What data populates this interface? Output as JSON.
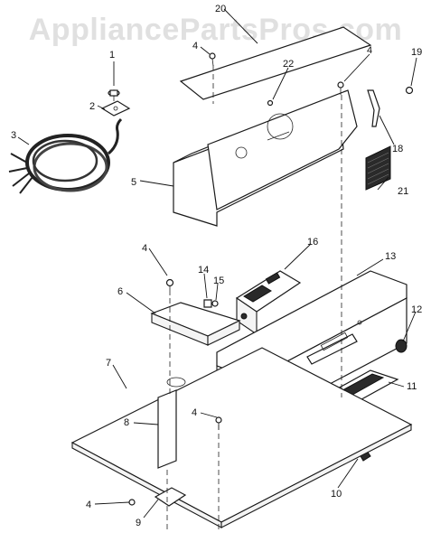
{
  "watermark": "AppliancePartsPros.com",
  "callouts": {
    "c1": "1",
    "c2": "2",
    "c3": "3",
    "c4a": "4",
    "c4b": "4",
    "c4c": "4",
    "c4d": "4",
    "c4e": "4",
    "c5": "5",
    "c6": "6",
    "c7": "7",
    "c8": "8",
    "c9": "9",
    "c10": "10",
    "c11": "11",
    "c12": "12",
    "c13": "13",
    "c14": "14",
    "c15": "15",
    "c16": "16",
    "c18": "18",
    "c19": "19",
    "c20": "20",
    "c21": "21",
    "c22": "22"
  }
}
